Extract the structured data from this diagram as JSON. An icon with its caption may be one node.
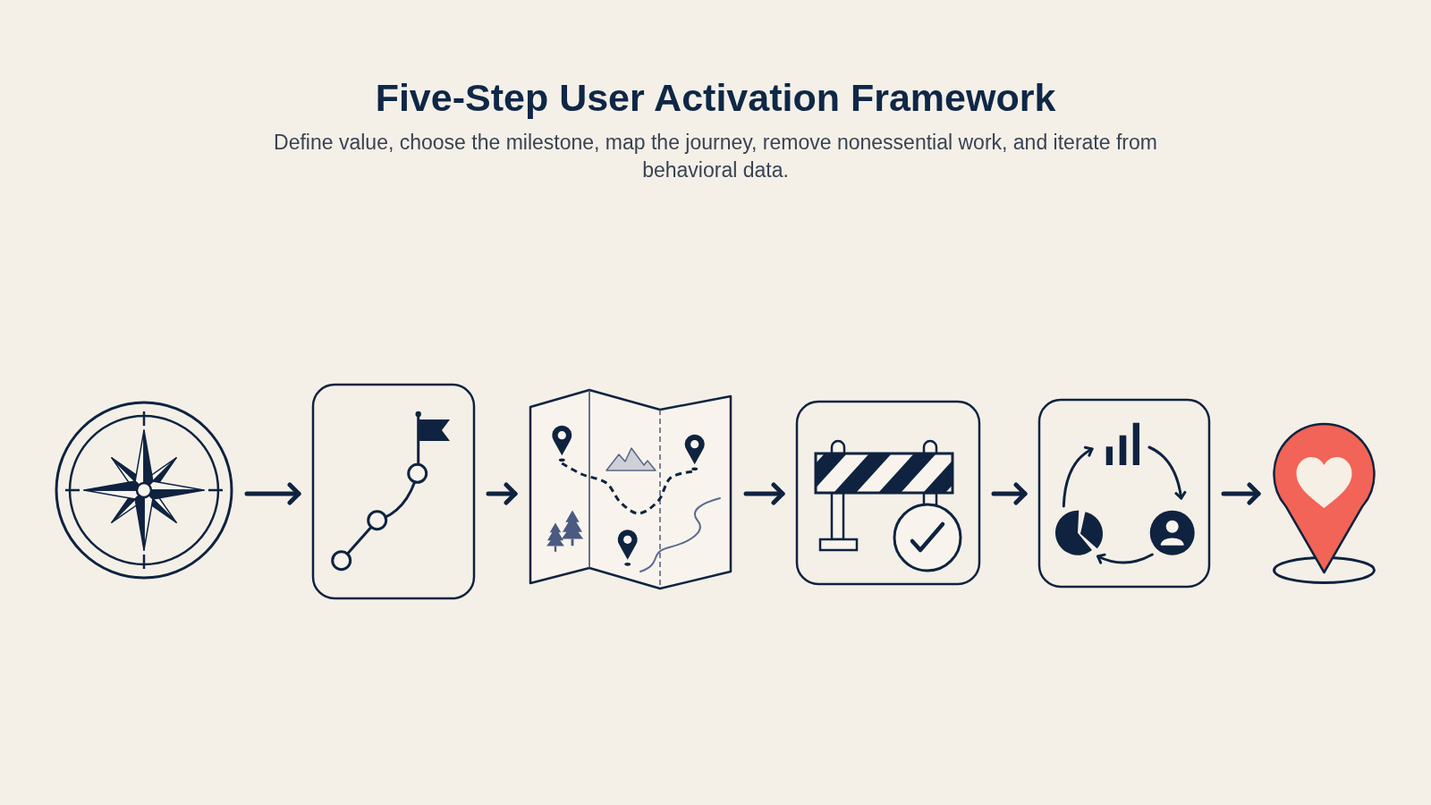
{
  "diagram": {
    "title": "Five-Step User Activation Framework",
    "caption": "Define value, choose the milestone, map the journey, remove nonessential work, and iterate from behavioral data.",
    "nodes": [
      {
        "text": [],
        "shape": "picture"
      },
      {
        "text": [],
        "shape": "picture"
      },
      {
        "text": [],
        "shape": "picture"
      },
      {
        "text": [],
        "shape": "picture"
      },
      {
        "text": [],
        "shape": "picture"
      },
      {
        "text": [],
        "shape": "picture"
      }
    ],
    "edges": [
      {
        "from": 0,
        "to": 1,
        "arrow": "to"
      },
      {
        "from": 1,
        "to": 2,
        "arrow": "to"
      },
      {
        "from": 2,
        "to": 3,
        "arrow": "to"
      },
      {
        "from": 3,
        "to": 4,
        "arrow": "to"
      },
      {
        "from": 4,
        "to": 5,
        "arrow": "to"
      }
    ]
  }
}
